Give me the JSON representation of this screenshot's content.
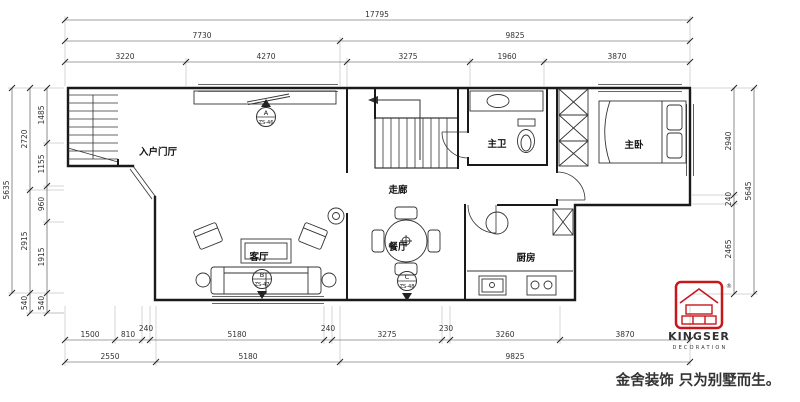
{
  "plan": {
    "rooms": {
      "entry": "入户门厅",
      "living": "客厅",
      "dining": "餐厅",
      "corridor": "走廊",
      "kitchen": "厨房",
      "master_bath": "主卫",
      "master_bedroom": "主卧"
    },
    "markers": {
      "a": {
        "letter": "A",
        "code": "ZS-46"
      },
      "b": {
        "letter": "B",
        "code": "ZS-47"
      },
      "c": {
        "letter": "C",
        "code": "ZS-48"
      }
    }
  },
  "dims": {
    "top": {
      "total": "17795",
      "row2": [
        "7730",
        "9825"
      ],
      "row3": [
        "3220",
        "4270",
        "3275",
        "1960",
        "3870"
      ]
    },
    "left": {
      "outer": "5635",
      "mid": [
        "2720",
        "2915",
        "540"
      ],
      "inner": [
        "1485",
        "1155",
        "960",
        "1915",
        "540"
      ]
    },
    "right": {
      "inner": [
        "2940",
        "240",
        "2465"
      ],
      "outer": "5645"
    },
    "bottom": {
      "row1": [
        "1500",
        "810",
        "240",
        "5180",
        "240",
        "3275",
        "230",
        "3260",
        "3870"
      ],
      "row2": [
        "2550",
        "5180",
        "9825"
      ]
    }
  },
  "brand": {
    "name": "KINGSER",
    "registered": "®",
    "subtitle": "DECORATION",
    "slogan": "金舍装饰 只为别墅而生。",
    "color": "#c8161d"
  }
}
